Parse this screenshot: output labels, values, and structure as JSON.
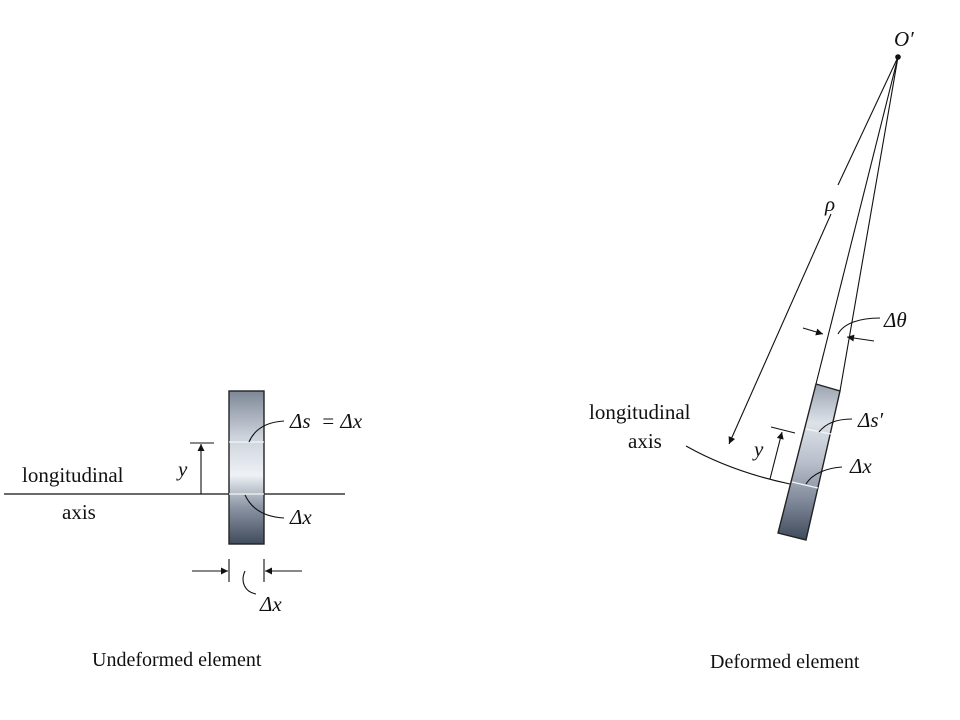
{
  "undeformed": {
    "axis_label_line1": "longitudinal",
    "axis_label_line2": "axis",
    "y_label": "y",
    "ds_eq_dx": "Δs  = Δx",
    "dx_mid": "Δx",
    "dx_bottom": "Δx",
    "caption": "Undeformed element"
  },
  "deformed": {
    "origin_label": "O′",
    "rho_label": "ρ",
    "dtheta_label": "Δθ",
    "axis_label_line1": "longitudinal",
    "axis_label_line2": "axis",
    "y_label": "y",
    "ds_prime": "Δs′",
    "dx_label": "Δx",
    "caption": "Deformed element"
  },
  "colors": {
    "ink": "#111111",
    "element_light": "#e9edf3",
    "element_dark": "#4c5868"
  }
}
